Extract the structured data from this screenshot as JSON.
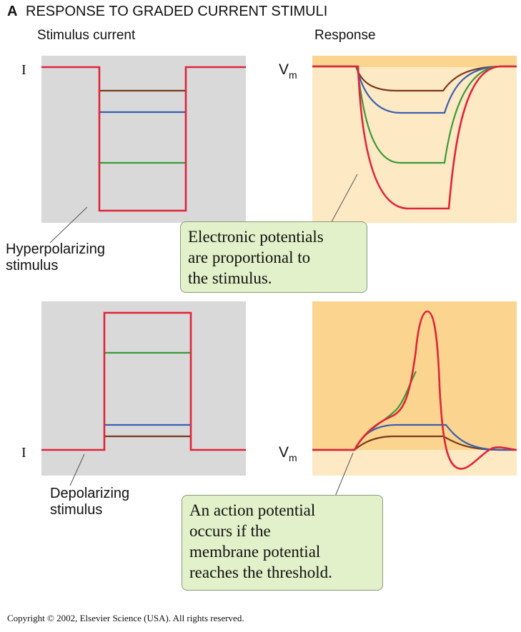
{
  "figure": {
    "panel_letter": "A",
    "title": "RESPONSE TO GRADED CURRENT STIMULI",
    "col_left_title": "Stimulus current",
    "col_right_title": "Response",
    "axis_label_current": "I",
    "axis_label_vm_main": "V",
    "axis_label_vm_sub": "m"
  },
  "top": {
    "stimulus_label_line1": "Hyperpolarizing",
    "stimulus_label_line2": "stimulus",
    "callout": [
      "Electronic potentials",
      "are proportional to",
      "the stimulus."
    ]
  },
  "bottom": {
    "stimulus_label_line1": "Depolarizing",
    "stimulus_label_line2": "stimulus",
    "callout": [
      "An action potential",
      "occurs if the",
      "membrane potential",
      "reaches the threshold."
    ]
  },
  "copyright": "Copyright © 2002, Elsevier Science (USA).  All rights reserved.",
  "colors": {
    "red": "#e0243a",
    "brown": "#7a3b1c",
    "blue": "#3a5fb0",
    "green": "#3a9a3a",
    "stim_bg": "#d9d9d9",
    "resp_bg": "#fde9c4",
    "resp_band": "#fbd590",
    "callout_bg": "#e2f1c9"
  }
}
